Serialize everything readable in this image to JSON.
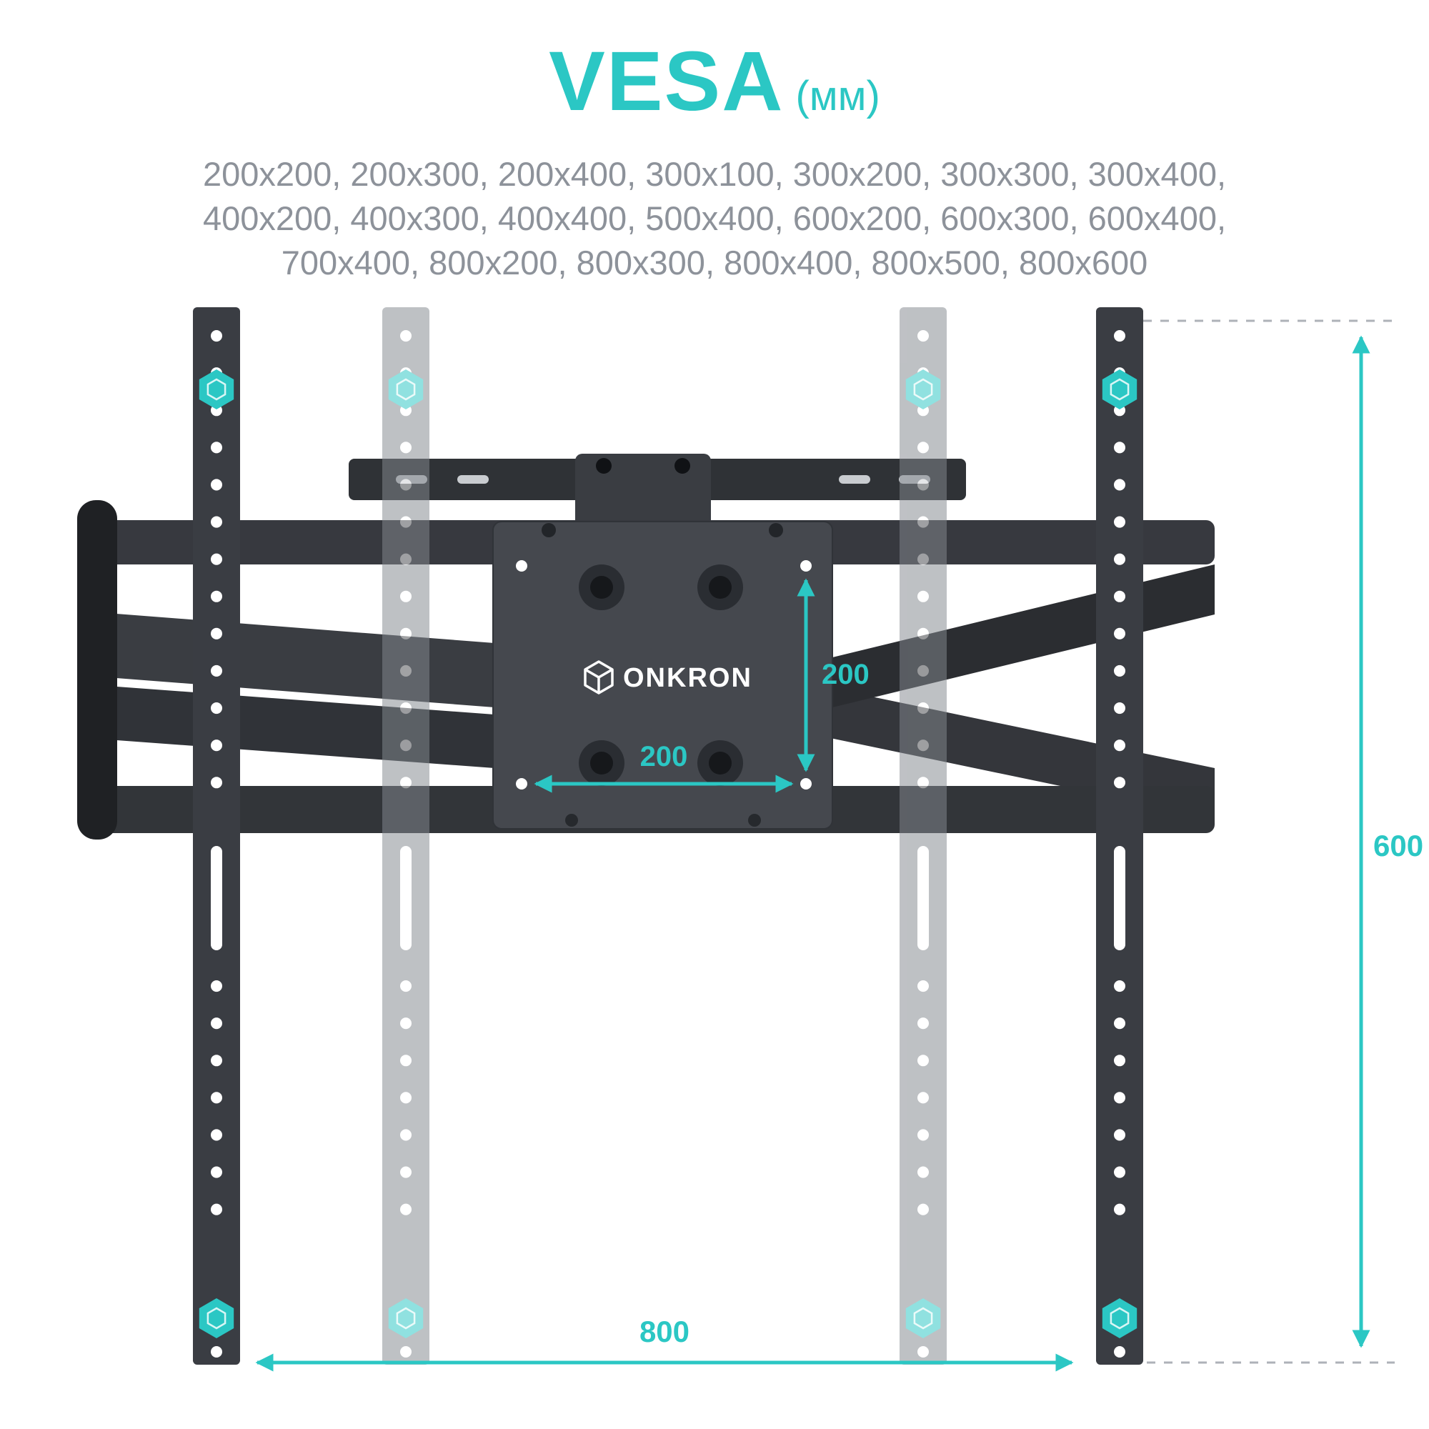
{
  "header": {
    "title": "VESA",
    "unit": "(мм)",
    "sizes_lines": [
      "200x200, 200x300, 200x400, 300x100, 300x200, 300x300, 300x400,",
      "400x200, 400x300, 400x400, 500x400, 600x200, 600x300, 600x400,",
      "700x400, 800x200, 800x300, 800x400, 800x500, 800x600"
    ]
  },
  "diagram": {
    "logo": "ONKRON",
    "dimensions": {
      "plate_width": "200",
      "plate_height": "200",
      "rail_span": "800",
      "rail_height": "600"
    }
  },
  "colors": {
    "accent": "#2bc7c4",
    "metal_dark": "#3a3d43",
    "metal_ghost": "#84898f",
    "text_gray": "#8d929a"
  }
}
